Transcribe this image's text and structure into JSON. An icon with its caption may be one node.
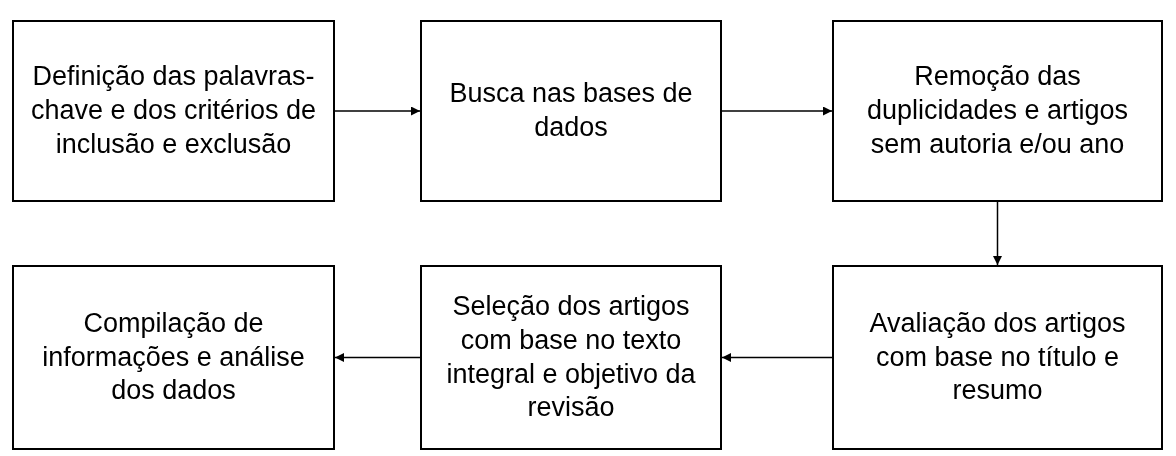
{
  "diagram": {
    "nodes": [
      {
        "text": [
          "Definição das palavras-chave e dos critérios de inclusão e exclusão"
        ]
      },
      {
        "text": [
          "Busca nas bases de dados"
        ]
      },
      {
        "text": [
          "Remoção das duplicidades e artigos sem autoria e/ou ano"
        ]
      },
      {
        "text": [
          "Compilação de informações e análise dos dados"
        ]
      },
      {
        "text": [
          "Seleção dos artigos com base no texto integral e objetivo da revisão"
        ]
      },
      {
        "text": [
          "Avaliação dos artigos com base no título e resumo"
        ]
      }
    ],
    "edges": [
      {
        "from": 0,
        "to": 1,
        "arrow": "to"
      },
      {
        "from": 1,
        "to": 2,
        "arrow": "to"
      },
      {
        "from": 2,
        "to": 5,
        "arrow": "to"
      },
      {
        "from": 5,
        "to": 4,
        "arrow": "to"
      },
      {
        "from": 4,
        "to": 3,
        "arrow": "to"
      }
    ]
  }
}
